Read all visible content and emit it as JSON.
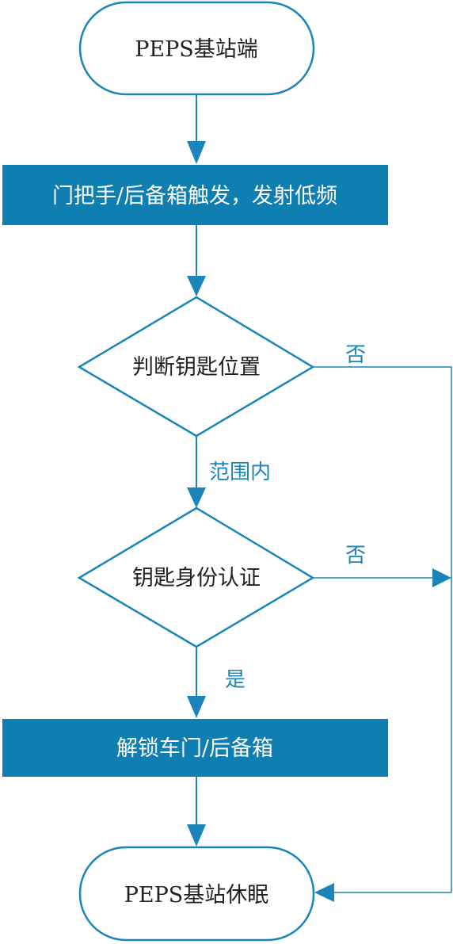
{
  "colors": {
    "stroke": "#1b84b8",
    "fill_dark": "#0e7fb0",
    "text_dark": "#222222",
    "text_light": "#ffffff",
    "edge_label": "#1b84b8"
  },
  "nodes": {
    "start": {
      "label": "PEPS基站端",
      "shape": "terminal"
    },
    "trigger": {
      "label": "门把手/后备箱触发，发射低频",
      "shape": "process"
    },
    "check_position": {
      "label": "判断钥匙位置",
      "shape": "decision"
    },
    "authenticate": {
      "label": "钥匙身份认证",
      "shape": "decision"
    },
    "unlock": {
      "label": "解锁车门/后备箱",
      "shape": "process"
    },
    "end": {
      "label": "PEPS基站休眠",
      "shape": "terminal"
    }
  },
  "edges": {
    "position_in_range": {
      "label": "范围内"
    },
    "position_no": {
      "label": "否"
    },
    "auth_no": {
      "label": "否"
    },
    "auth_yes": {
      "label": "是"
    }
  }
}
